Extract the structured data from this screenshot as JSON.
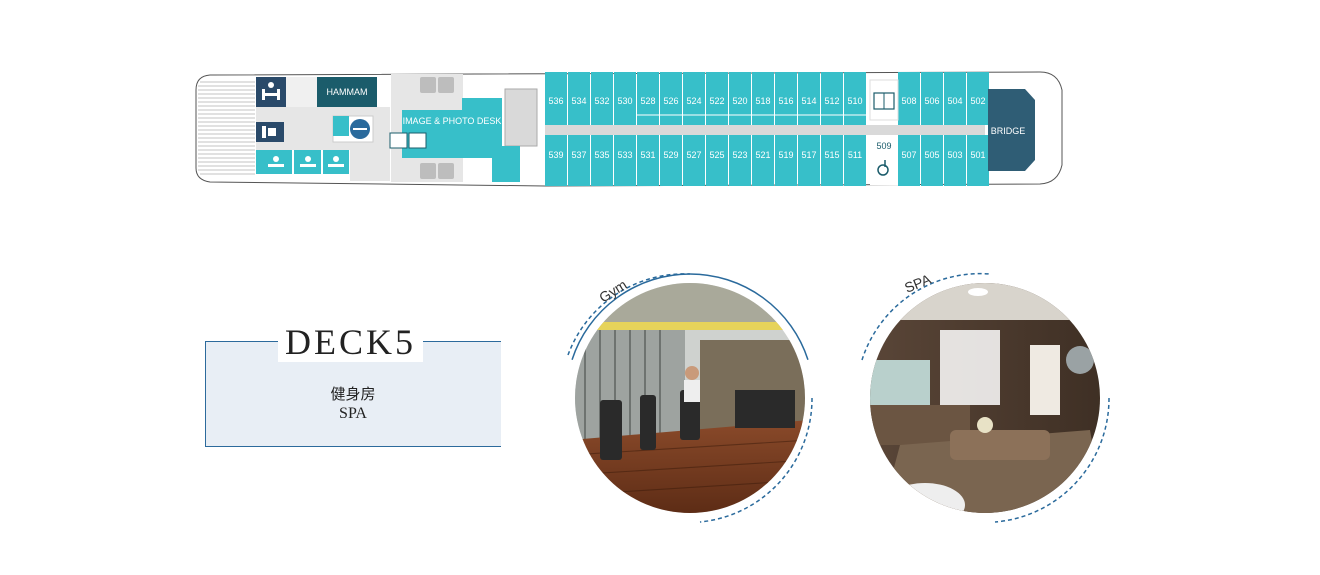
{
  "deck": {
    "title": "DECK5",
    "facilities": [
      "健身房",
      "SPA"
    ]
  },
  "plan": {
    "hammam_label": "HAMMAM",
    "image_desk_label": "IMAGE & PHOTO DESK",
    "bridge_label": "BRIDGE",
    "top_cabins": [
      "536",
      "534",
      "532",
      "530",
      "528",
      "526",
      "524",
      "522",
      "520",
      "518",
      "516",
      "514",
      "512",
      "510"
    ],
    "top_cabins_fore": [
      "508",
      "506",
      "504",
      "502"
    ],
    "bottom_cabins": [
      "539",
      "537",
      "535",
      "533",
      "531",
      "529",
      "527",
      "525",
      "523",
      "521",
      "519",
      "517",
      "515",
      "511"
    ],
    "bottom_cabins_fore": [
      "507",
      "505",
      "503",
      "501"
    ],
    "accessible_cabin": "509",
    "icons": [
      "gym-icon",
      "elevator-icon",
      "accessible-icon",
      "spa-shower-icon",
      "massage-icon",
      "locker-icon",
      "chair-icon"
    ]
  },
  "photos": [
    {
      "caption": "Gym"
    },
    {
      "caption": "SPA"
    }
  ],
  "colors": {
    "teal": "#37bfc9",
    "dark_teal": "#1b5c6b",
    "navy": "#2a4a6a",
    "bridge": "#2f5d75",
    "corridor": "#d9d9d9",
    "card_border": "#2c6a9c",
    "card_bg": "#e8eef5"
  }
}
